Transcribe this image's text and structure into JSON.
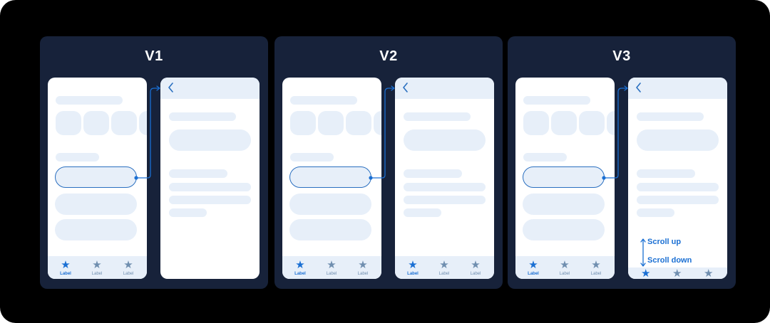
{
  "colors": {
    "background": "#000000",
    "panel": "#17223a",
    "screen": "#ffffff",
    "skeleton": "#e7eff9",
    "accent": "#1a6fd3",
    "inactive": "#6f8eaf"
  },
  "variants": [
    {
      "title": "V1",
      "tabs": [
        "Label",
        "Label",
        "Label"
      ]
    },
    {
      "title": "V2",
      "tabs": [
        "Label",
        "Label",
        "Label"
      ]
    },
    {
      "title": "V3",
      "tabs": [
        "Label",
        "Label",
        "Label"
      ],
      "scroll_up": "Scroll up",
      "scroll_down": "Scroll down"
    }
  ],
  "icons": {
    "tab": "star-icon",
    "back": "chevron-left-icon",
    "scroll": "double-arrow-vertical-icon"
  }
}
